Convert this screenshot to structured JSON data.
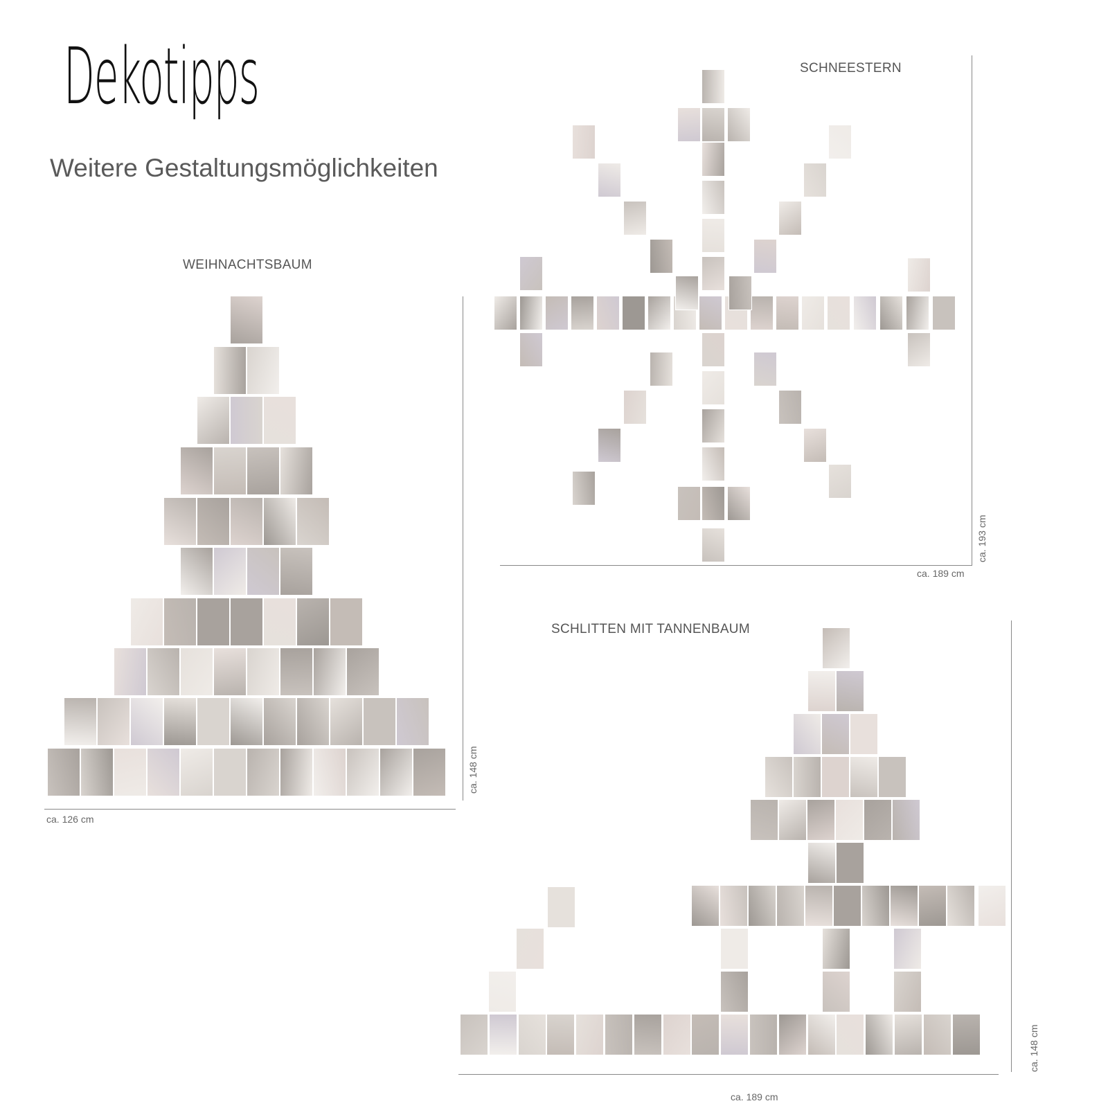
{
  "page": {
    "title": "Dekotipps",
    "subtitle": "Weitere Gestaltungsmöglichkeiten"
  },
  "layouts": {
    "tree": {
      "caption": "WEIHNACHTSBAUM",
      "width_label": "ca. 126 cm",
      "height_label": "ca. 148 cm"
    },
    "star": {
      "caption": "SCHNEESTERN",
      "width_label": "ca. 189 cm",
      "height_label": "ca. 193 cm"
    },
    "sled": {
      "caption": "SCHLITTEN MIT TANNENBAUM",
      "width_label": "ca. 189 cm",
      "height_label": "ca. 148 cm"
    }
  },
  "palette": [
    "#d9d4cf",
    "#c8c2bd",
    "#e6e1dc",
    "#b9b3ae",
    "#efebe7",
    "#a8a29d",
    "#ddd3cf",
    "#cfc9d2",
    "#e8e0dc",
    "#9d9893",
    "#f2efec",
    "#c4bcb6"
  ]
}
